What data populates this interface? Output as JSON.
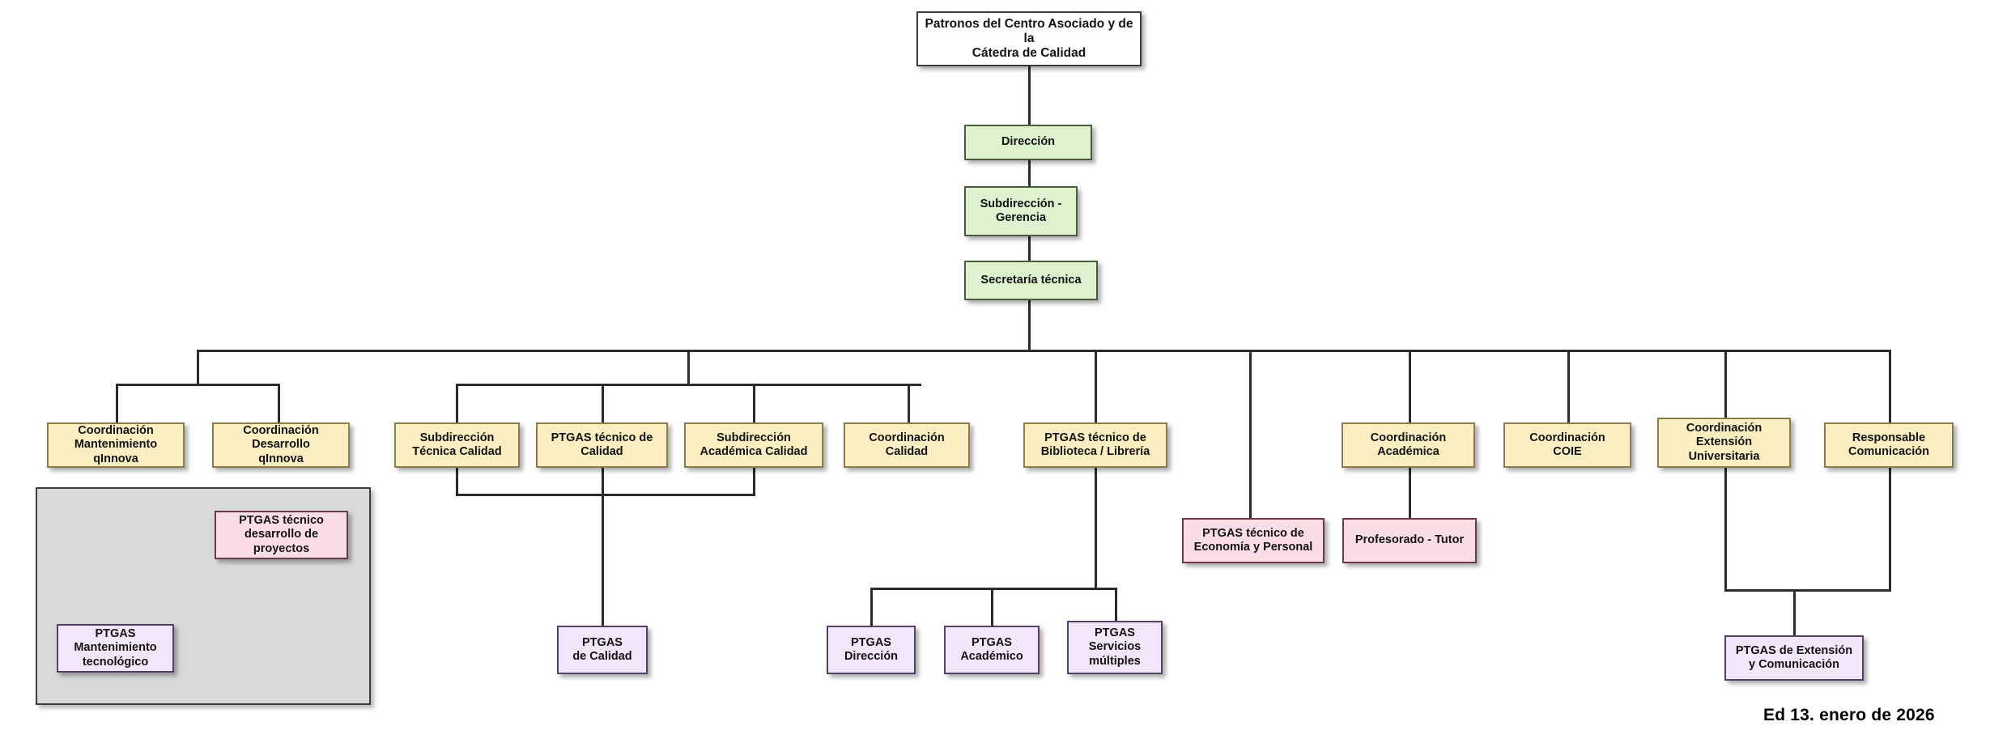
{
  "diagram": {
    "title_node": "Patronos del Centro Asociado y de la Cátedra de Calidad",
    "footer": "Ed 13. enero de 2026",
    "palette": {
      "white_fill": "#ffffff",
      "white_border": "#3a3a3a",
      "green_fill": "#ddf2cf",
      "green_border": "#4c5a43",
      "yellow_fill": "#fbeec1",
      "yellow_border": "#8d7b4f",
      "pink_fill": "#fbdde6",
      "pink_border": "#6b3a47",
      "purple_fill": "#f4e6fa",
      "purple_border": "#52406a",
      "group_fill": "#d9d9d9",
      "group_border": "#3d3d3d",
      "connector": "#2b2b2b",
      "page_background": "#ffffff"
    }
  },
  "nodes": {
    "patronos": {
      "label": "Patronos del Centro Asociado y de la\nCátedra de Calidad",
      "type": "white"
    },
    "direccion": {
      "label": "Dirección",
      "type": "green"
    },
    "subdireccion_gerencia": {
      "label": "Subdirección -\nGerencia",
      "type": "green"
    },
    "secretaria_tecnica": {
      "label": "Secretaría técnica",
      "type": "green"
    },
    "coord_mantenimiento_qinnova": {
      "label": "Coordinación\nMantenimiento\nqInnova",
      "type": "yellow"
    },
    "coord_desarrollo_qinnova": {
      "label": "Coordinación\nDesarrollo\nqInnova",
      "type": "yellow"
    },
    "subdireccion_tecnica_calidad": {
      "label": "Subdirección\nTécnica Calidad",
      "type": "yellow"
    },
    "ptgas_tecnico_calidad": {
      "label": "PTGAS técnico de\nCalidad",
      "type": "yellow"
    },
    "subdireccion_academica_calidad": {
      "label": "Subdirección\nAcadémica Calidad",
      "type": "yellow"
    },
    "coord_calidad": {
      "label": "Coordinación\nCalidad",
      "type": "yellow"
    },
    "ptgas_tecnico_biblioteca": {
      "label": "PTGAS técnico de\nBiblioteca / Librería",
      "type": "yellow"
    },
    "coord_academica": {
      "label": "Coordinación\nAcadémica",
      "type": "yellow"
    },
    "coord_coie": {
      "label": "Coordinación\nCOIE",
      "type": "yellow"
    },
    "coord_extension_univ": {
      "label": "Coordinación\nExtensión\nUniversitaria",
      "type": "yellow"
    },
    "responsable_comunicacion": {
      "label": "Responsable\nComunicación",
      "type": "yellow"
    },
    "ptgas_tecnico_desarrollo_proyectos": {
      "label": "PTGAS técnico\ndesarrollo de\nproyectos",
      "type": "pink"
    },
    "ptgas_tecnico_economia": {
      "label": "PTGAS técnico de\nEconomía y Personal",
      "type": "pink"
    },
    "profesorado_tutor": {
      "label": "Profesorado - Tutor",
      "type": "pink"
    },
    "ptgas_mantenimiento_tecnologico": {
      "label": "PTGAS\nMantenimiento\ntecnológico",
      "type": "purple"
    },
    "ptgas_de_calidad": {
      "label": "PTGAS\nde Calidad",
      "type": "purple"
    },
    "ptgas_direccion": {
      "label": "PTGAS\nDirección",
      "type": "purple"
    },
    "ptgas_academico": {
      "label": "PTGAS\nAcadémico",
      "type": "purple"
    },
    "ptgas_servicios_multiples": {
      "label": "PTGAS\nServicios\nmúltiples",
      "type": "purple"
    },
    "ptgas_extension_comunicacion": {
      "label": "PTGAS de Extensión\ny Comunicación",
      "type": "purple"
    }
  }
}
